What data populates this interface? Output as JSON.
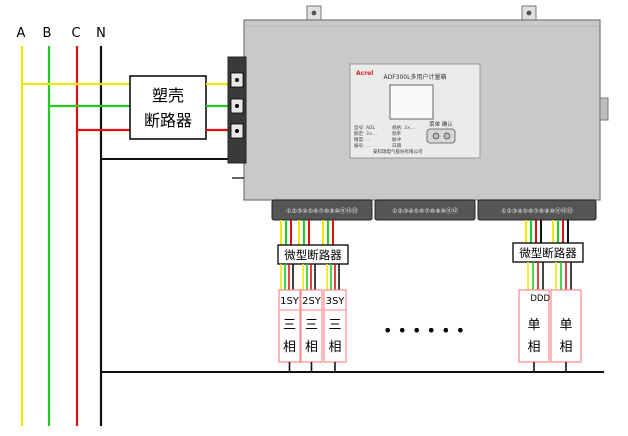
{
  "phases": {
    "a": "A",
    "b": "B",
    "c": "C",
    "n": "N"
  },
  "colors": {
    "phase_a": "#f2e600",
    "phase_b": "#22cc22",
    "phase_c": "#dd1111",
    "neutral": "#111111",
    "meter_body": "#c9c9c9",
    "breaker_border": "#ff8a8a"
  },
  "mccb": {
    "line1": "塑壳",
    "line2": "断路器"
  },
  "meter": {
    "brand": "Acrel",
    "model": "ADF300L多用户计量箱",
    "menu_label": "菜单 确认",
    "info_rows": [
      {
        "left": "型号: ADL",
        "right": "规格: 3×..."
      },
      {
        "left": "额定: 3×...",
        "right": "频率"
      },
      {
        "left": "精度: ...",
        "right": "脉冲"
      },
      {
        "left": "编号: ...",
        "right": "日期"
      }
    ],
    "company": "安科瑞电气股份有限公司"
  },
  "terminal_blocks": {
    "left": "①②③④⑤⑥⑦⑧⑨⑩⑪⑫⑬",
    "middle": "①②③④⑤⑥⑦⑧⑨⑩⑪⑫",
    "right": "①②③④⑤⑥⑦⑧⑨⑩⑪⑫⑬"
  },
  "mcb": {
    "left": "微型断路器",
    "right": "微型断路器"
  },
  "loads_three_phase": [
    {
      "label": "1SY",
      "line1": "三",
      "line2": "相"
    },
    {
      "label": "2SY",
      "line1": "三",
      "line2": "相"
    },
    {
      "label": "3SY",
      "line1": "三",
      "line2": "相"
    }
  ],
  "loads_single_phase": [
    {
      "label": "DDDDDD",
      "line1": "单",
      "line2": "相"
    },
    {
      "label": "",
      "line1": "单",
      "line2": "相"
    }
  ],
  "ellipsis": "• • • • • •"
}
